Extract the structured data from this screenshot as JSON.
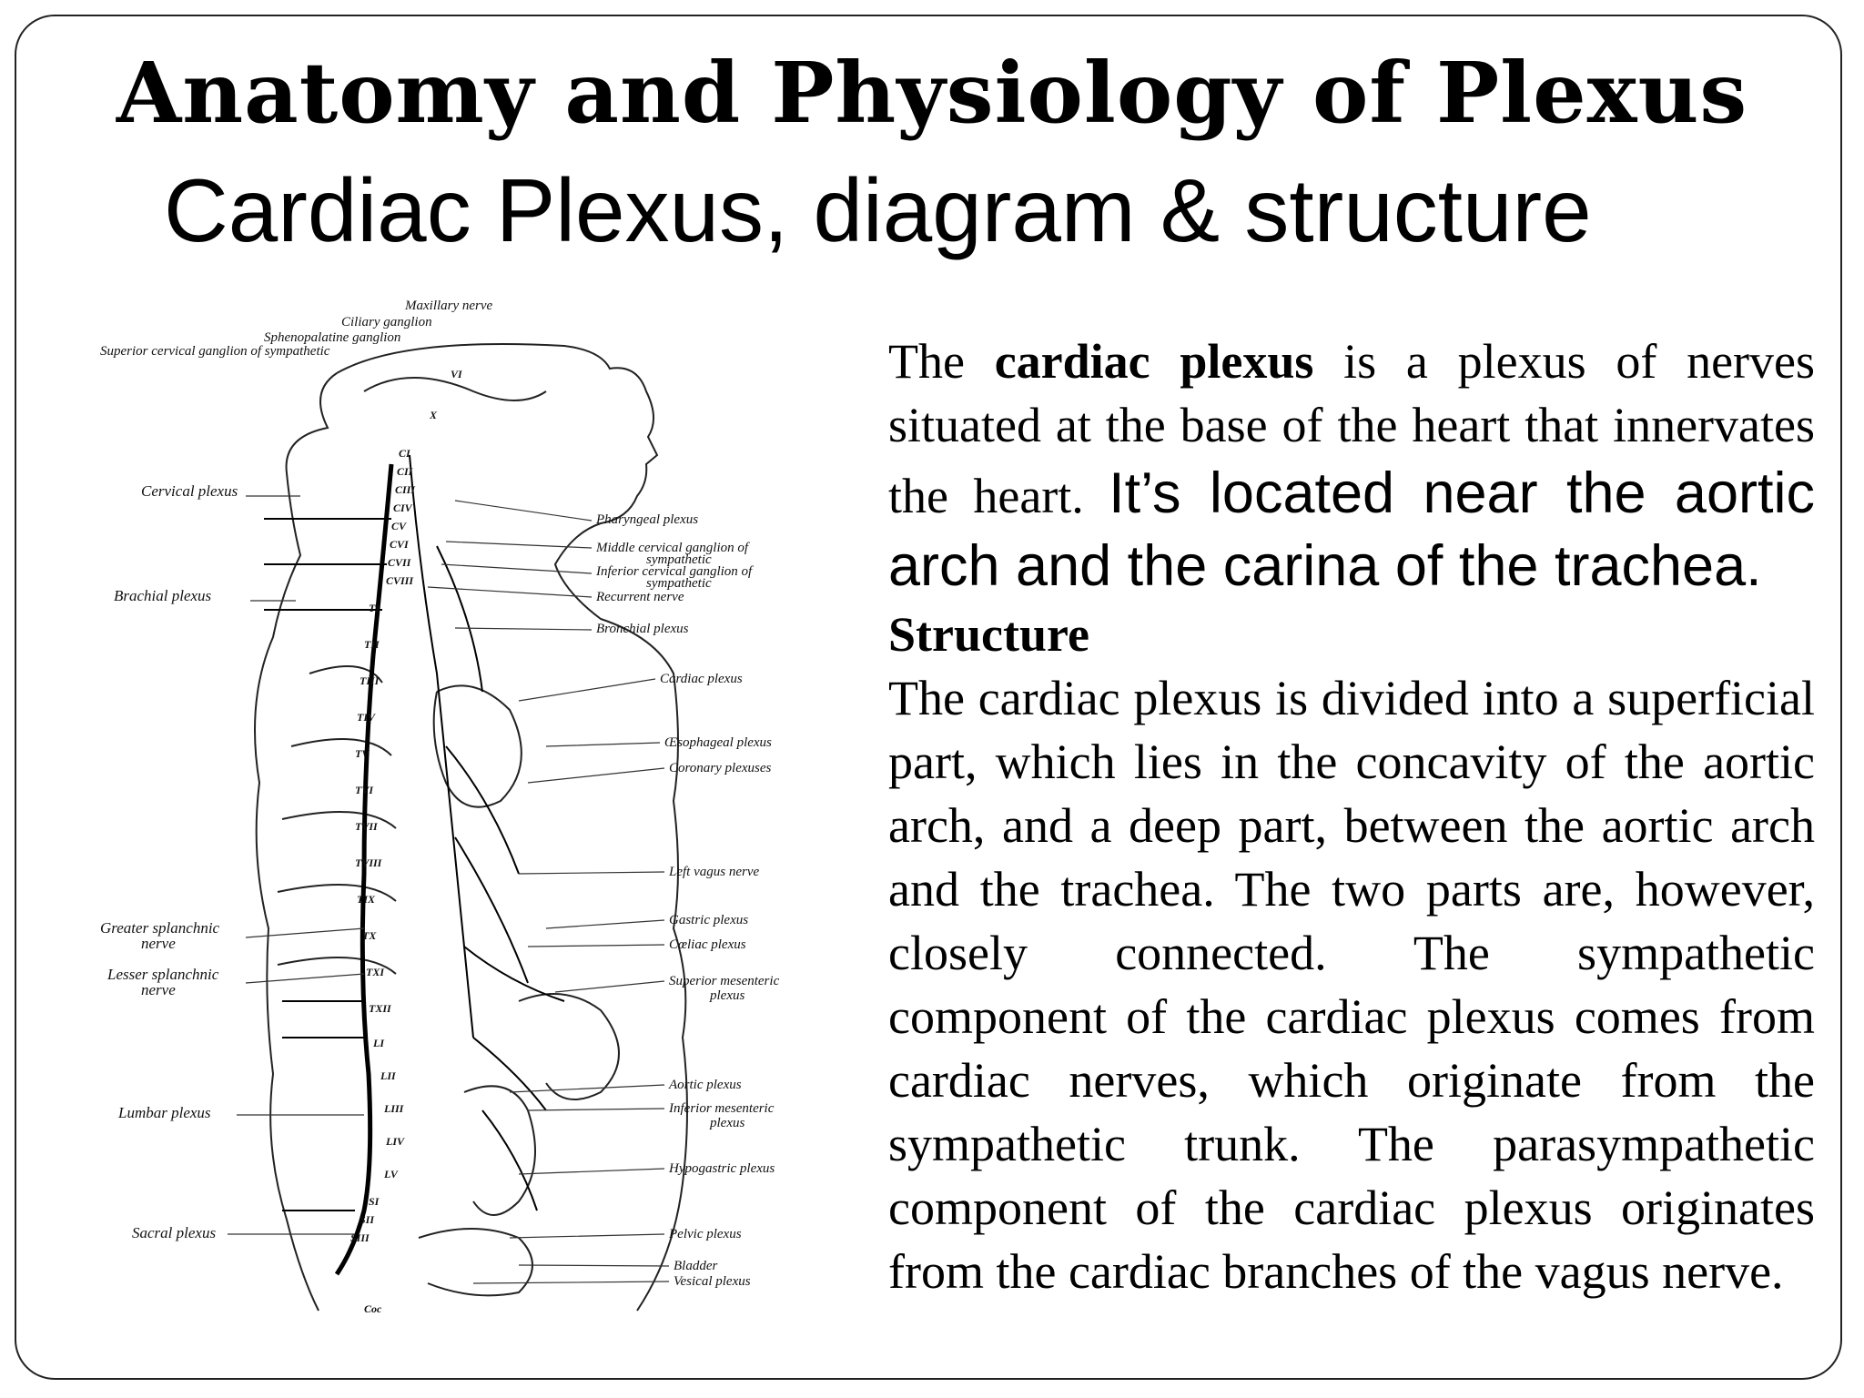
{
  "slide": {
    "title": "Anatomy and Physiology of Plexus",
    "subtitle": "Cardiac Plexus, diagram & structure"
  },
  "intro": {
    "t1": "The ",
    "t2": "cardiac plexus",
    "t3": " is a plexus of nerves situated at the base of the heart that innervates the heart. ",
    "t4": "It’s located near the aortic arch and the carina of the trachea."
  },
  "structure": {
    "heading": "Structure",
    "text": "The cardiac plexus is divided into a superficial part, which lies in the concavity of the aortic arch, and a deep part, between the aortic arch and the trachea. The two parts are, however, closely connected. The sympathetic component of the cardiac plexus comes from cardiac nerves, which originate from the sympathetic trunk. The parasympathetic component of the cardiac plexus originates from the cardiac branches of the vagus nerve."
  },
  "diagram": {
    "labels_top": [
      "Maxillary nerve",
      "Ciliary ganglion",
      "Sphenopalatine ganglion",
      "Superior cervical ganglion of sympathetic"
    ],
    "labels_left": [
      "Cervical plexus",
      "Brachial plexus",
      "Greater splanchnic",
      "nerve",
      "Lesser splanchnic",
      "nerve",
      "Lumbar plexus",
      "Sacral plexus"
    ],
    "labels_right": [
      "Pharyngeal plexus",
      "Middle cervical ganglion of",
      "sympathetic",
      "Inferior cervical ganglion of",
      "sympathetic",
      "Recurrent nerve",
      "Bronchial plexus",
      "Cardiac plexus",
      "Œsophageal plexus",
      "Coronary plexuses",
      "Left vagus nerve",
      "Gastric plexus",
      "Cœliac plexus",
      "Superior mesenteric",
      "plexus",
      "Aortic plexus",
      "Inferior mesenteric",
      "plexus",
      "Hypogastric plexus",
      "Pelvic plexus",
      "Bladder",
      "Vesical plexus"
    ],
    "marks": [
      "VI",
      "X",
      "CI",
      "CII",
      "CIII",
      "CIV",
      "CV",
      "CVI",
      "CVII",
      "CVIII",
      "TI",
      "TII",
      "TIII",
      "TIV",
      "TV",
      "TVI",
      "TVII",
      "TVIII",
      "TIX",
      "TX",
      "TXI",
      "TXII",
      "LI",
      "LII",
      "LIII",
      "LIV",
      "LV",
      "SI",
      "SII",
      "SIII",
      "Coc"
    ]
  }
}
